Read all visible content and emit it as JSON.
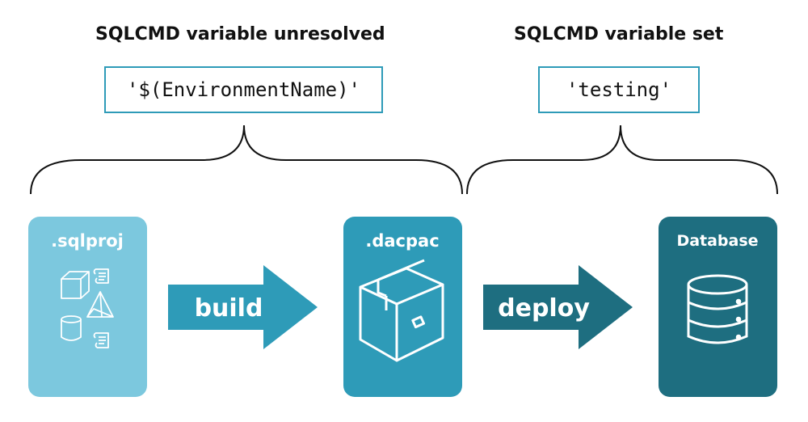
{
  "left_group": {
    "heading": "SQLCMD variable unresolved",
    "value": "'$(EnvironmentName)'"
  },
  "right_group": {
    "heading": "SQLCMD variable set",
    "value": "'testing'"
  },
  "cards": {
    "sqlproj": {
      "label": ".sqlproj",
      "color": "#7cc8de"
    },
    "dacpac": {
      "label": ".dacpac",
      "color": "#2e9bb8"
    },
    "database": {
      "label": "Database",
      "color": "#1e6e80"
    }
  },
  "arrows": {
    "build": {
      "label": "build",
      "color": "#2e9bb8"
    },
    "deploy": {
      "label": "deploy",
      "color": "#1e6e80"
    }
  },
  "colors": {
    "box_border": "#2e9bb8",
    "brace": "#111111",
    "icon_stroke": "#ffffff"
  }
}
